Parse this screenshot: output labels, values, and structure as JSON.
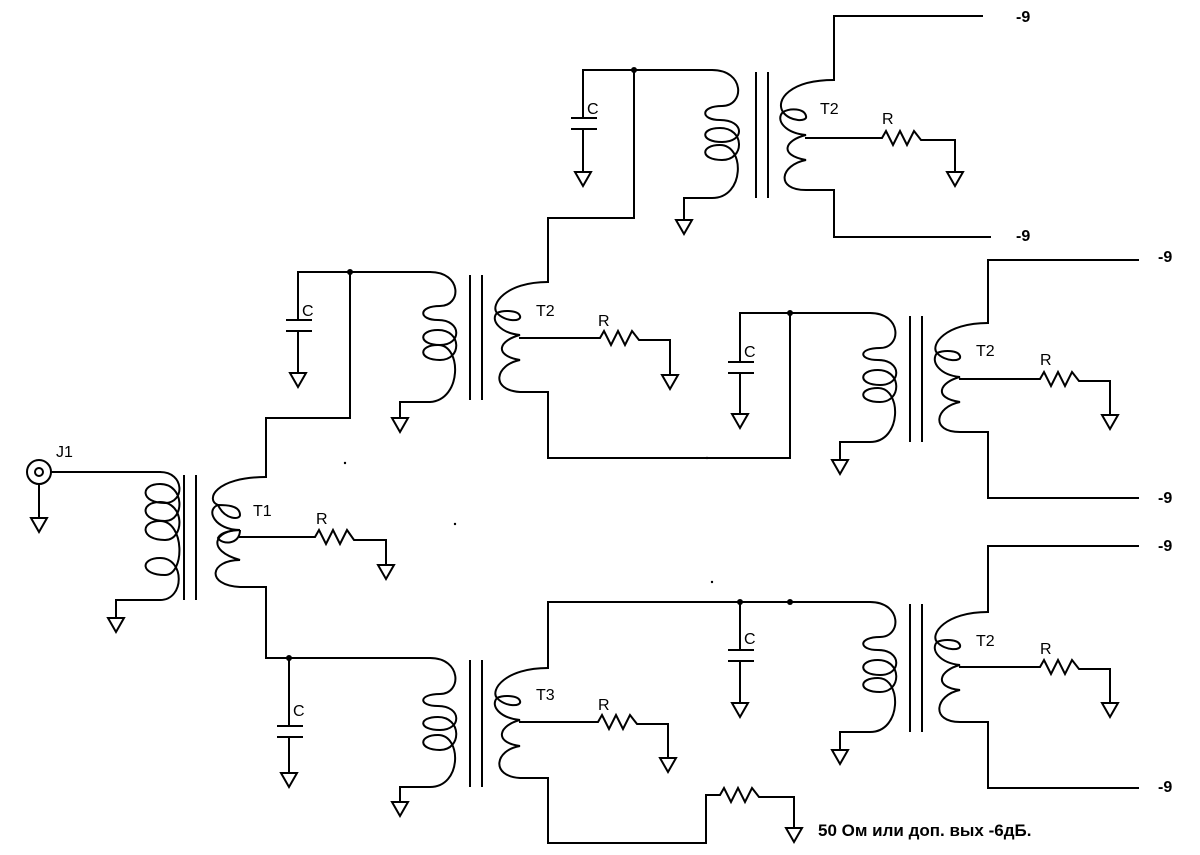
{
  "labels": {
    "jack": "J1",
    "t1": "T1",
    "t2_upper": "T2",
    "t2_top": "T2",
    "t2_mid_right": "T2",
    "t2_bottom_right": "T2",
    "t3": "T3",
    "cap": "C",
    "res": "R"
  },
  "outputs": {
    "top_1": "-9",
    "top_2": "-9",
    "right_1": "-9",
    "right_2": "-9",
    "bottom_1": "-9",
    "bottom_2": "-9"
  },
  "note": "50 Ом или доп. вых -6дБ.",
  "icons": {
    "jack": "coax-jack-icon",
    "ground": "ground-icon",
    "transformer": "transformer-icon",
    "capacitor": "capacitor-icon",
    "resistor": "resistor-icon"
  }
}
